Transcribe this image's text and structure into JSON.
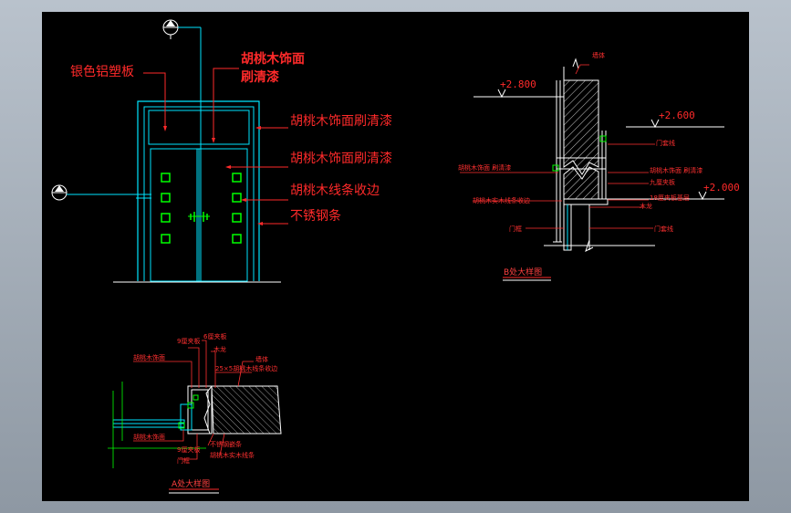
{
  "labels": {
    "silver_panel": "银色铝塑板",
    "walnut_face_1": "胡桃木饰面",
    "walnut_face_2": "刷清漆",
    "walnut_varnish_1": "胡桃木饰面刷清漆",
    "walnut_varnish_2": "胡桃木饰面刷清漆",
    "walnut_trim": "胡桃木线条收边",
    "steel_strip": "不锈钢条"
  },
  "detail_b": {
    "title": "B处大样图",
    "elev_top": "+2.800",
    "elev_mid": "+2.600",
    "elev_low": "+2.000",
    "notes": {
      "wall": "墙体",
      "door_leaf": "门套线",
      "walnut_left": "胡桃木饰面  刷清漆",
      "walnut_right": "胡桃木饰面  刷清漆",
      "plywood": "九厘夹板",
      "board_base": "胡桃木实木线条收边",
      "ply18": "18厘夹板基层",
      "wood_keel": "木龙",
      "door_frame": "门框",
      "door_trim": "门套线"
    }
  },
  "detail_a": {
    "title": "A处大样图",
    "notes": {
      "ply_a": "9厘夹板",
      "ply_b": "6厘夹板",
      "wood": "木龙",
      "wall": "墙体",
      "walnut_face": "胡桃木饰面",
      "walnut_strip": "25×5胡桃木线条收边",
      "walnut_bottom": "胡桃木饰面",
      "ply_bottom": "9厘夹板",
      "door_frame": "门框",
      "steel": "不锈钢嵌条",
      "walnut_solid": "胡桃木实木线条"
    }
  },
  "colors": {
    "cyan": "#00e5ff",
    "red": "#ff2a2a",
    "white": "#ffffff",
    "green": "#00ff00",
    "canvas": "#000000"
  }
}
